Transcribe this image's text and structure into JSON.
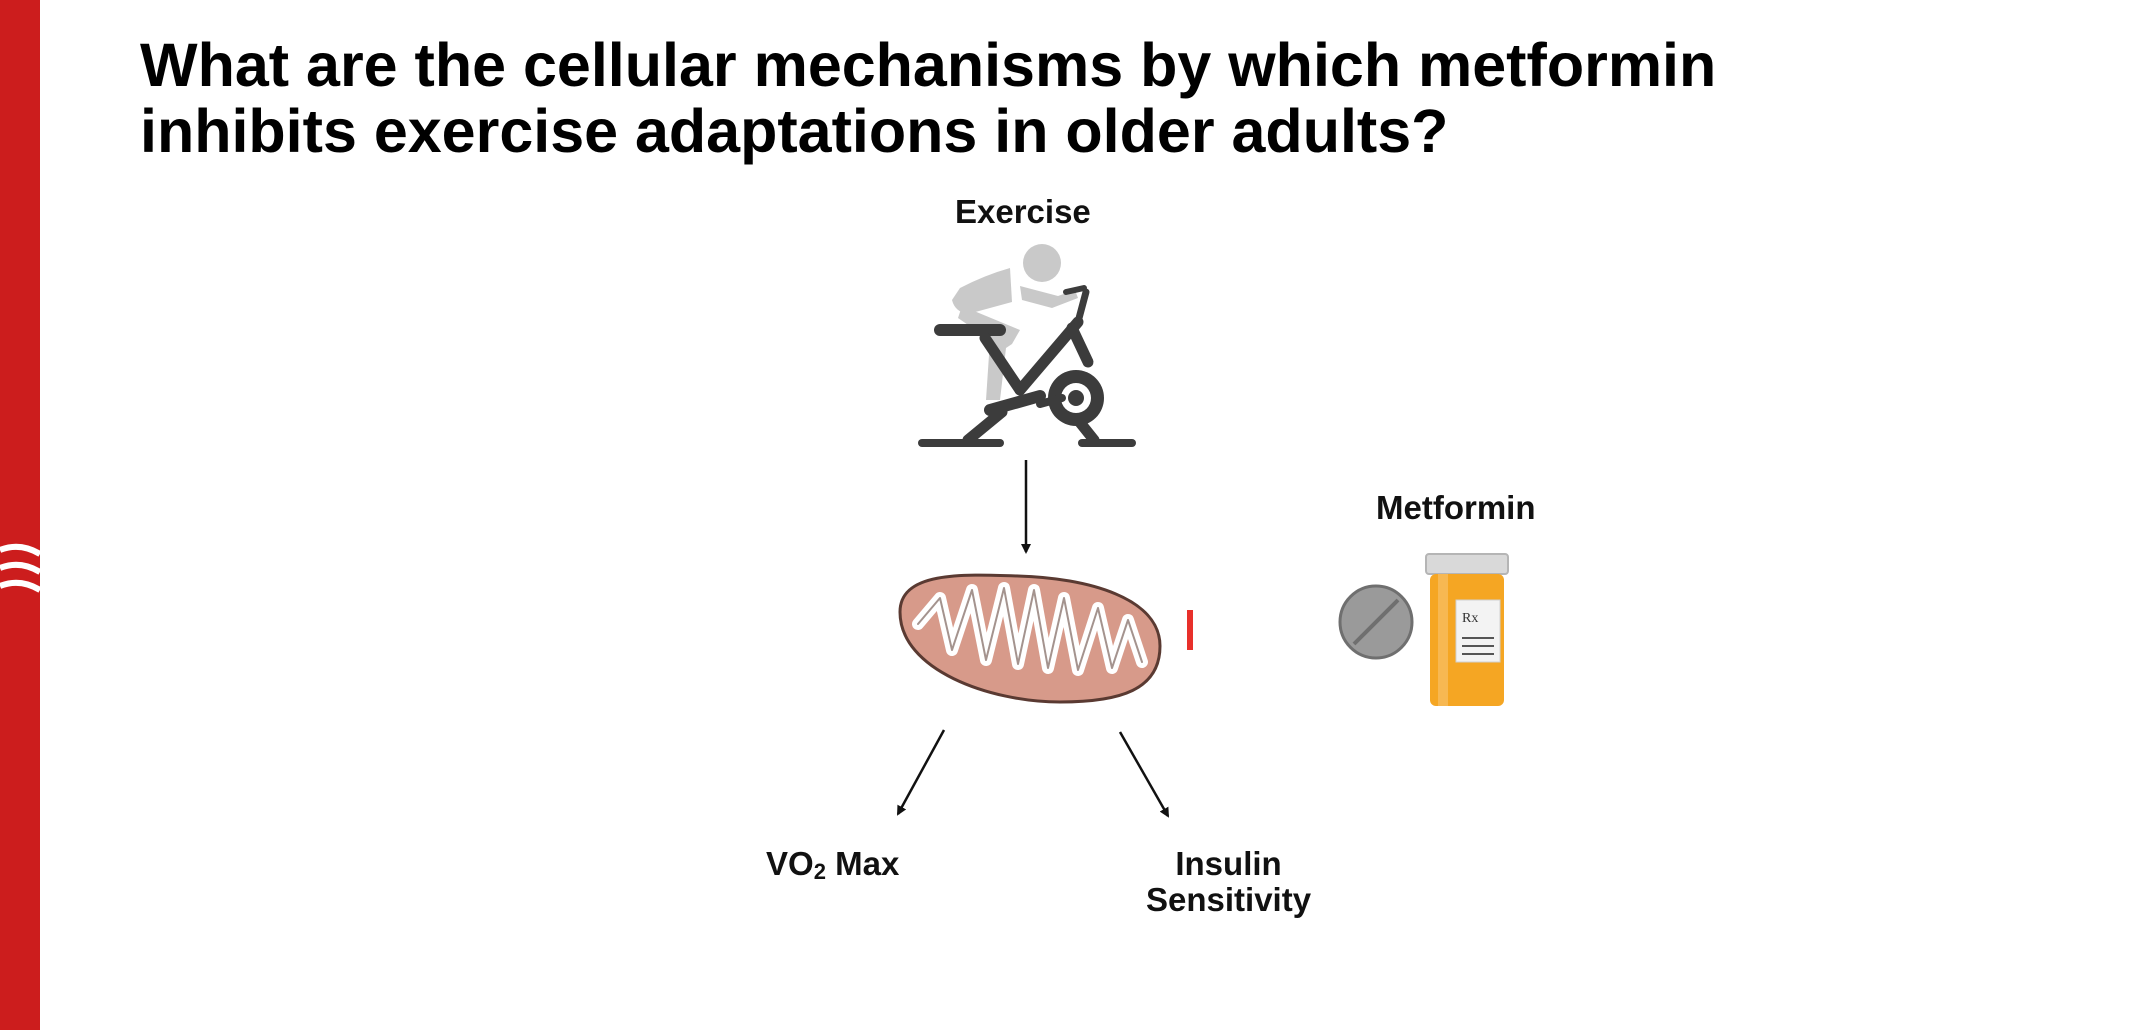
{
  "slide": {
    "title_line1": "What are the cellular mechanisms by which metformin",
    "title_line2": "inhibits exercise adaptations in older adults?"
  },
  "diagram": {
    "exercise_label": "Exercise",
    "metformin_label": "Metformin",
    "vo2_prefix": "VO",
    "vo2_subscript": "2",
    "vo2_suffix": " Max",
    "insulin_line1": "Insulin",
    "insulin_line2": "Sensitivity",
    "rx_label": "Rx"
  },
  "colors": {
    "accent_red": "#cc1d1d",
    "inhibit_red": "#e8302a",
    "mito_fill": "#d79a8a",
    "mito_stroke": "#5a3a32",
    "bottle_orange": "#f5a623",
    "pill_gray": "#9a9a9a"
  },
  "icons": [
    "stationary-bike-icon",
    "mitochondrion-icon",
    "pill-icon",
    "pill-bottle-icon"
  ]
}
